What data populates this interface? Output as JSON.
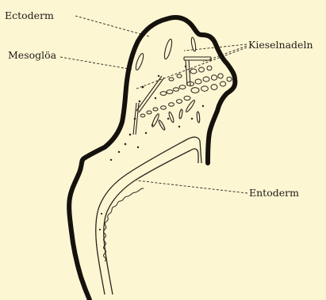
{
  "labels": {
    "ectoderm": "Ectoderm",
    "mesogloea": "Mesoglöa",
    "spicules": "Kieselnadeln",
    "entoderm": "Entoderm"
  },
  "colors": {
    "background": "#fcf6d3",
    "ink": "#15120e"
  }
}
